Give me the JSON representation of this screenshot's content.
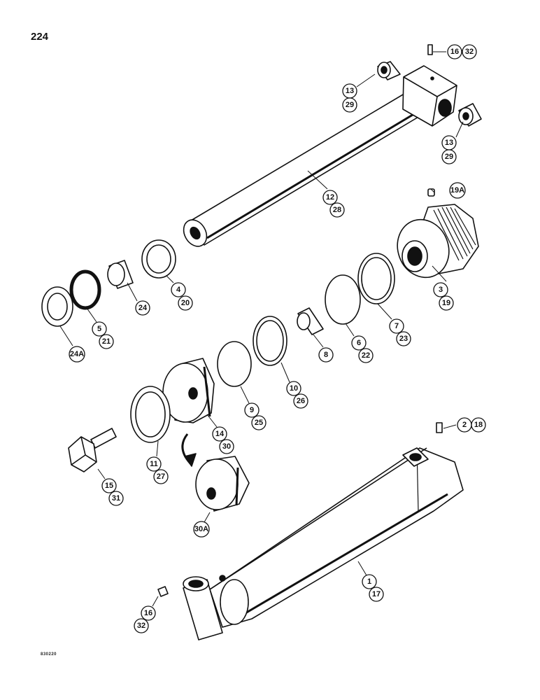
{
  "page": {
    "number": "224",
    "figure_code": "830220"
  },
  "callouts": [
    {
      "id": "c-16-32-top",
      "labels": [
        "16",
        "32"
      ]
    },
    {
      "id": "c-13-29-left",
      "labels": [
        "13",
        "29"
      ]
    },
    {
      "id": "c-13-29-right",
      "labels": [
        "13",
        "29"
      ]
    },
    {
      "id": "c-12-28",
      "labels": [
        "12",
        "28"
      ]
    },
    {
      "id": "c-19a",
      "labels": [
        "19A"
      ]
    },
    {
      "id": "c-3-19",
      "labels": [
        "3",
        "19"
      ]
    },
    {
      "id": "c-4-20",
      "labels": [
        "4",
        "20"
      ]
    },
    {
      "id": "c-24",
      "labels": [
        "24"
      ]
    },
    {
      "id": "c-5-21",
      "labels": [
        "5",
        "21"
      ]
    },
    {
      "id": "c-24a",
      "labels": [
        "24A"
      ]
    },
    {
      "id": "c-7-23",
      "labels": [
        "7",
        "23"
      ]
    },
    {
      "id": "c-6-22",
      "labels": [
        "6",
        "22"
      ]
    },
    {
      "id": "c-8",
      "labels": [
        "8"
      ]
    },
    {
      "id": "c-10-26",
      "labels": [
        "10",
        "26"
      ]
    },
    {
      "id": "c-9-25",
      "labels": [
        "9",
        "25"
      ]
    },
    {
      "id": "c-14-30",
      "labels": [
        "14",
        "30"
      ]
    },
    {
      "id": "c-11-27",
      "labels": [
        "11",
        "27"
      ]
    },
    {
      "id": "c-15-31",
      "labels": [
        "15",
        "31"
      ]
    },
    {
      "id": "c-30a",
      "labels": [
        "30A"
      ]
    },
    {
      "id": "c-2-18",
      "labels": [
        "2",
        "18"
      ]
    },
    {
      "id": "c-1-17",
      "labels": [
        "1",
        "17"
      ]
    },
    {
      "id": "c-16-32-bottom",
      "labels": [
        "16",
        "32"
      ]
    }
  ]
}
